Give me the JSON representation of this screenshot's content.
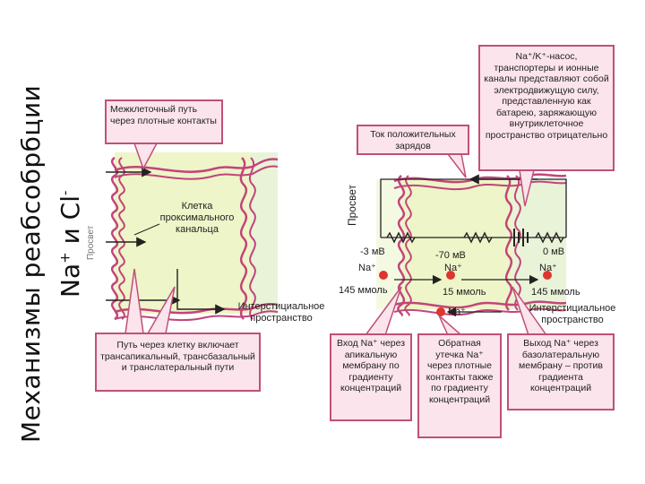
{
  "slide": {
    "title_line1": "Механизмы реабсобрбции",
    "title_line2": "Na⁺ и Cl⁻"
  },
  "left_diagram": {
    "box_paracellular": "Межклеточный путь через плотные контакты",
    "cell_label": "Клетка проксимального канальца",
    "interstitial_label": "Интерстициальное пространство",
    "box_transcellular": "Путь через клетку включает трансапикальный, трансбазальный и транслатеральный пути",
    "lumen_label": "Просвет"
  },
  "right_diagram": {
    "box_pump": "Na⁺/K⁺-насос, транспортеры и ионные каналы представляют собой электродвижущую силу, представленную как батарею, заряжающую внутриклеточное пространство отрицательно",
    "box_current": "Ток положительных зарядов",
    "lumen_label": "Просвет",
    "voltages": [
      "-3 мВ",
      "-70 мВ",
      "0 мВ"
    ],
    "na_labels": [
      "Na⁺",
      "Na⁺",
      "Na⁺",
      "Na⁺"
    ],
    "concentrations": [
      "145 ммоль",
      "15 ммоль",
      "145 ммоль"
    ],
    "interstitial_label": "Интерстициальное пространство",
    "box_entry": "Вход Na⁺ через апикальную мембрану по градиенту концентраций",
    "box_backleak": "Обратная утечка Na⁺ через плотные контакты также по градиенту концентраций",
    "box_exit": "Выход Na⁺ через базолатеральную мембрану – против градиента концентраций"
  },
  "colors": {
    "membrane": "#c2457a",
    "box_fill": "#fbe4ec",
    "cell_fill": "#eef5c8",
    "na_dot": "#e0342e"
  }
}
